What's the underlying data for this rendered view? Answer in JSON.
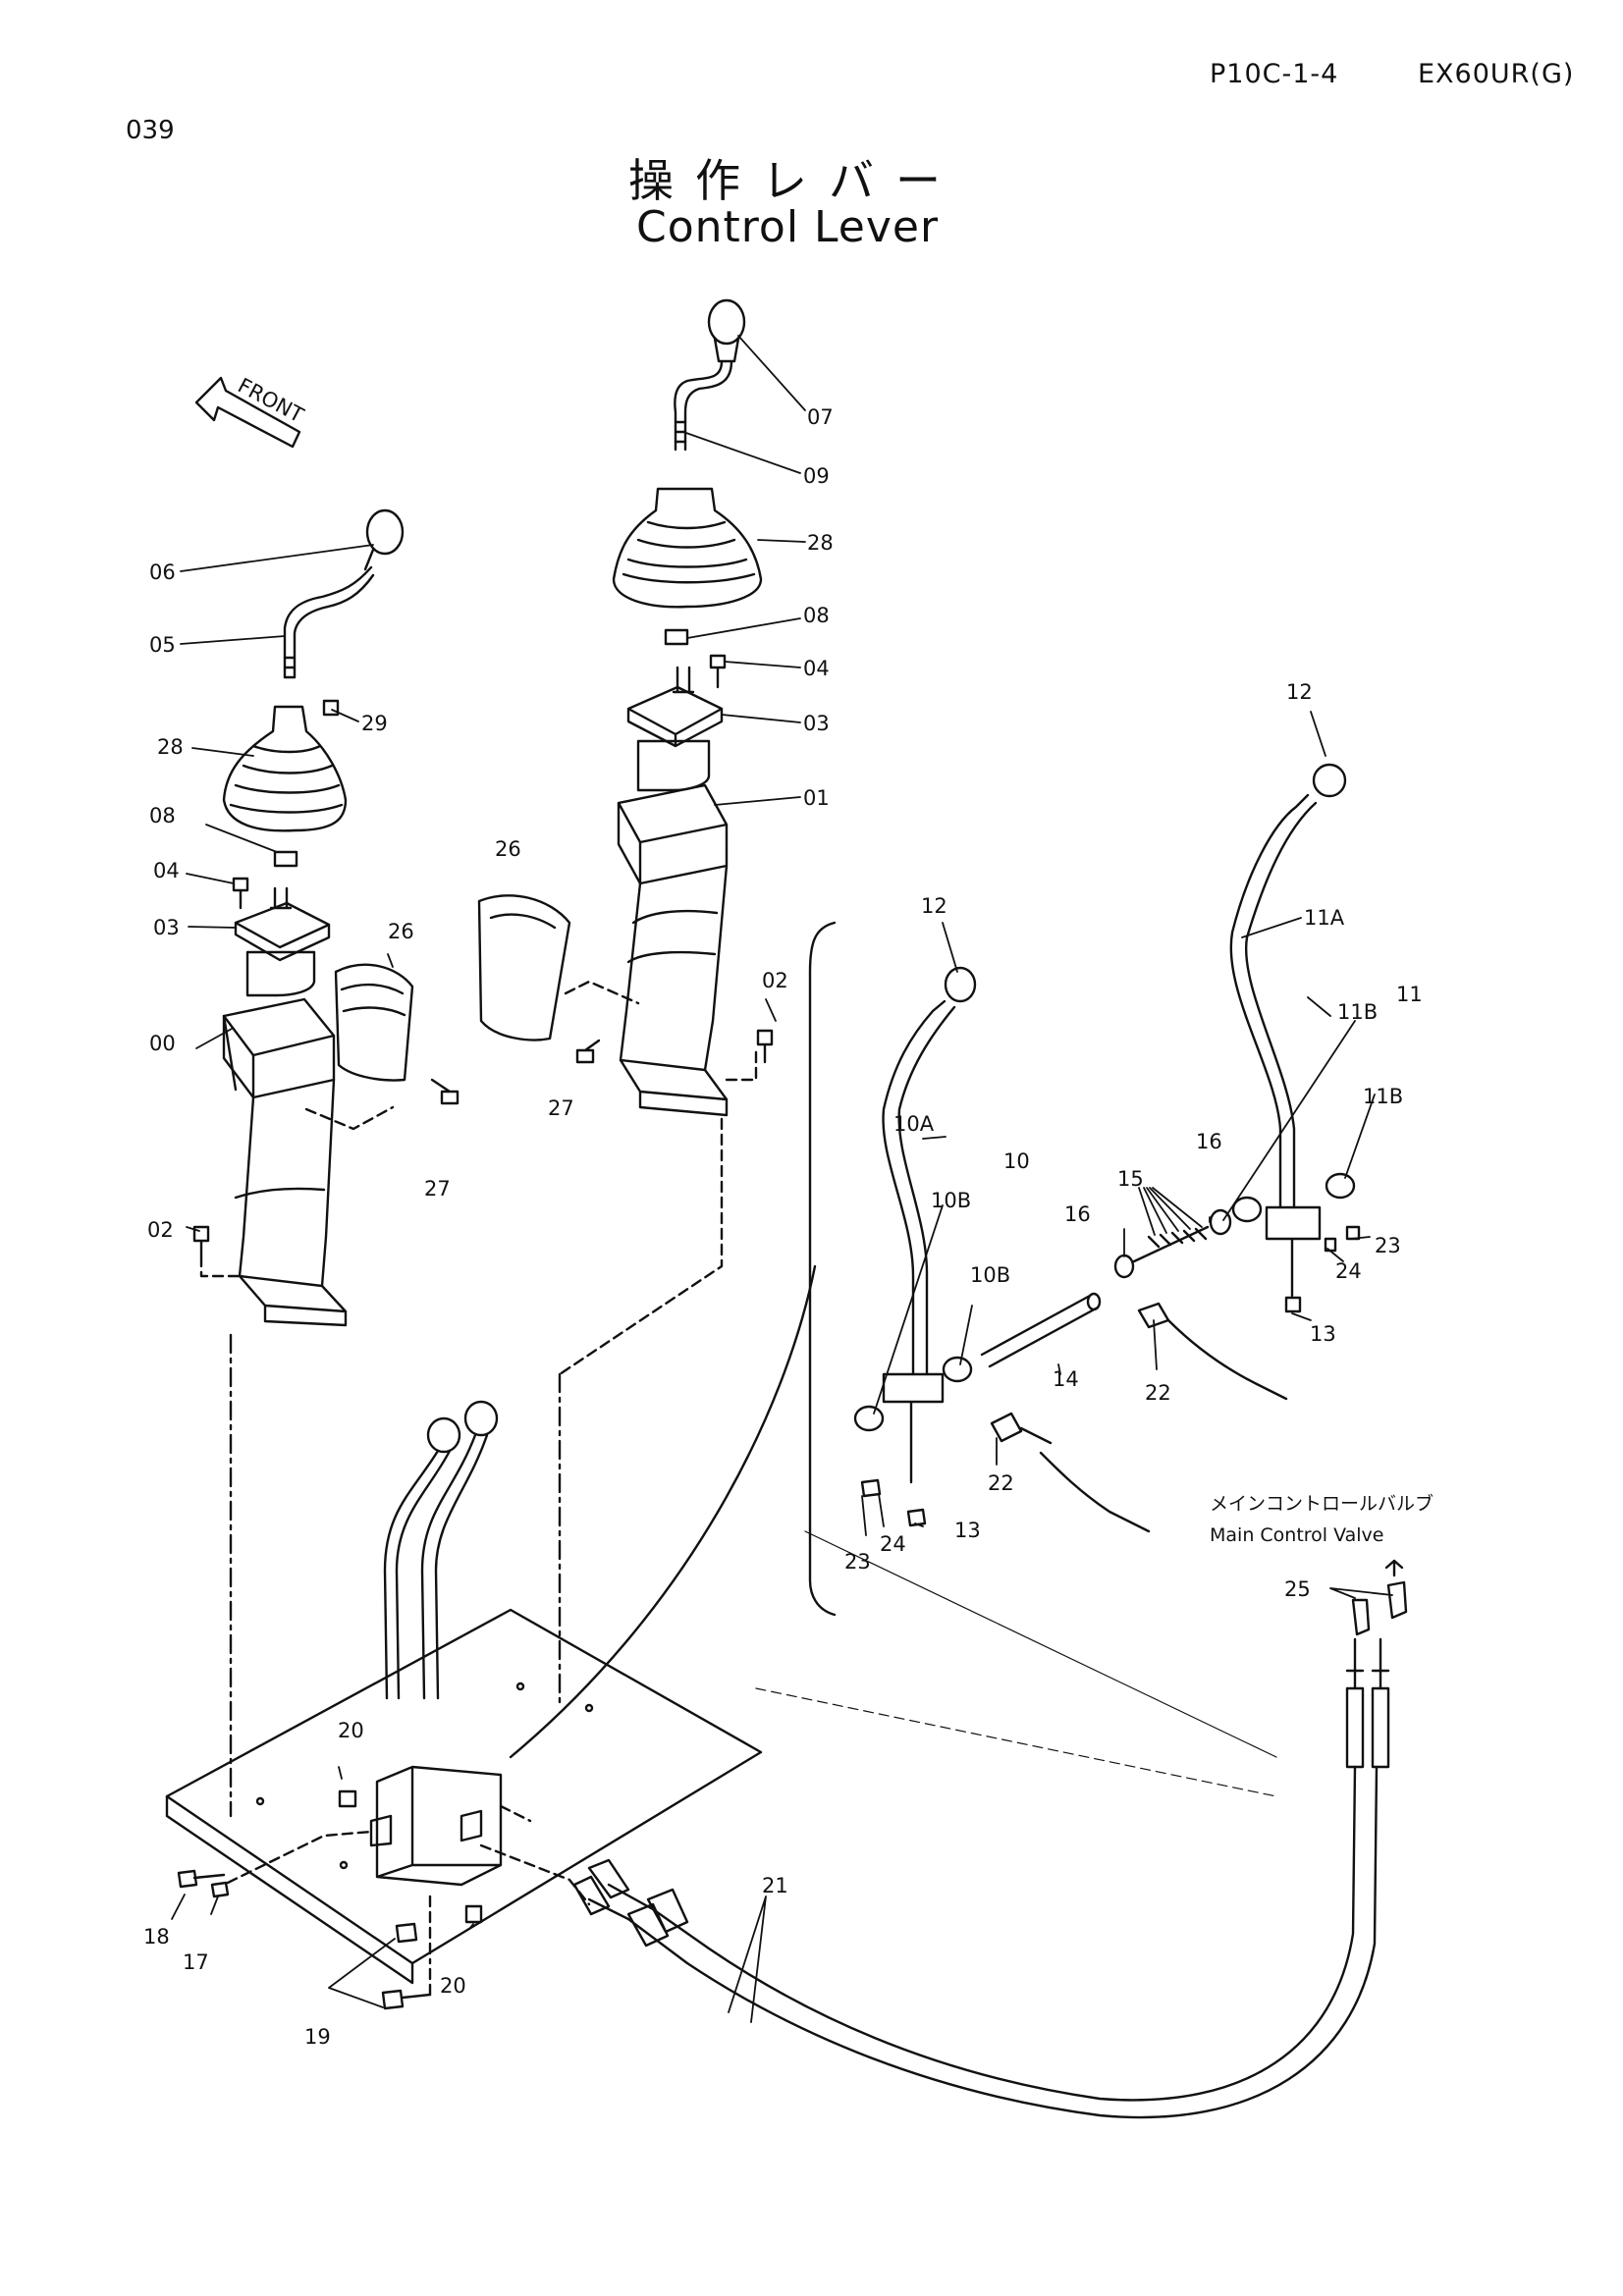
{
  "header": {
    "page_code": "P10C-1-4",
    "model": "EX60UR(G)",
    "page_number": "039"
  },
  "title": {
    "japanese": "操作レバー",
    "english": "Control Lever"
  },
  "front_arrow": {
    "label": "FRONT"
  },
  "note": {
    "japanese": "メインコントロールバルブ",
    "english": "Main Control Valve"
  },
  "callouts": [
    {
      "id": "c07",
      "label": "07"
    },
    {
      "id": "c09",
      "label": "09"
    },
    {
      "id": "c28a",
      "label": "28"
    },
    {
      "id": "c08a",
      "label": "08"
    },
    {
      "id": "c04a",
      "label": "04"
    },
    {
      "id": "c03a",
      "label": "03"
    },
    {
      "id": "c01",
      "label": "01"
    },
    {
      "id": "c26a",
      "label": "26"
    },
    {
      "id": "c02a",
      "label": "02"
    },
    {
      "id": "c27a",
      "label": "27"
    },
    {
      "id": "c06",
      "label": "06"
    },
    {
      "id": "c05",
      "label": "05"
    },
    {
      "id": "c29",
      "label": "29"
    },
    {
      "id": "c28b",
      "label": "28"
    },
    {
      "id": "c08b",
      "label": "08"
    },
    {
      "id": "c04b",
      "label": "04"
    },
    {
      "id": "c03b",
      "label": "03"
    },
    {
      "id": "c26b",
      "label": "26"
    },
    {
      "id": "c00",
      "label": "00"
    },
    {
      "id": "c27b",
      "label": "27"
    },
    {
      "id": "c02b",
      "label": "02"
    },
    {
      "id": "c12a",
      "label": "12"
    },
    {
      "id": "c12b",
      "label": "12"
    },
    {
      "id": "c11A",
      "label": "11A"
    },
    {
      "id": "c11",
      "label": "11"
    },
    {
      "id": "c11Ba",
      "label": "11B"
    },
    {
      "id": "c11Bb",
      "label": "11B"
    },
    {
      "id": "c10A",
      "label": "10A"
    },
    {
      "id": "c10",
      "label": "10"
    },
    {
      "id": "c10Ba",
      "label": "10B"
    },
    {
      "id": "c10Bb",
      "label": "10B"
    },
    {
      "id": "c15",
      "label": "15"
    },
    {
      "id": "c16a",
      "label": "16"
    },
    {
      "id": "c16b",
      "label": "16"
    },
    {
      "id": "c23a",
      "label": "23"
    },
    {
      "id": "c24a",
      "label": "24"
    },
    {
      "id": "c13a",
      "label": "13"
    },
    {
      "id": "c14",
      "label": "14"
    },
    {
      "id": "c22a",
      "label": "22"
    },
    {
      "id": "c22b",
      "label": "22"
    },
    {
      "id": "c23b",
      "label": "23"
    },
    {
      "id": "c24b",
      "label": "24"
    },
    {
      "id": "c13b",
      "label": "13"
    },
    {
      "id": "c25",
      "label": "25"
    },
    {
      "id": "c20a",
      "label": "20"
    },
    {
      "id": "c20b",
      "label": "20"
    },
    {
      "id": "c18",
      "label": "18"
    },
    {
      "id": "c17",
      "label": "17"
    },
    {
      "id": "c19",
      "label": "19"
    },
    {
      "id": "c21",
      "label": "21"
    }
  ]
}
